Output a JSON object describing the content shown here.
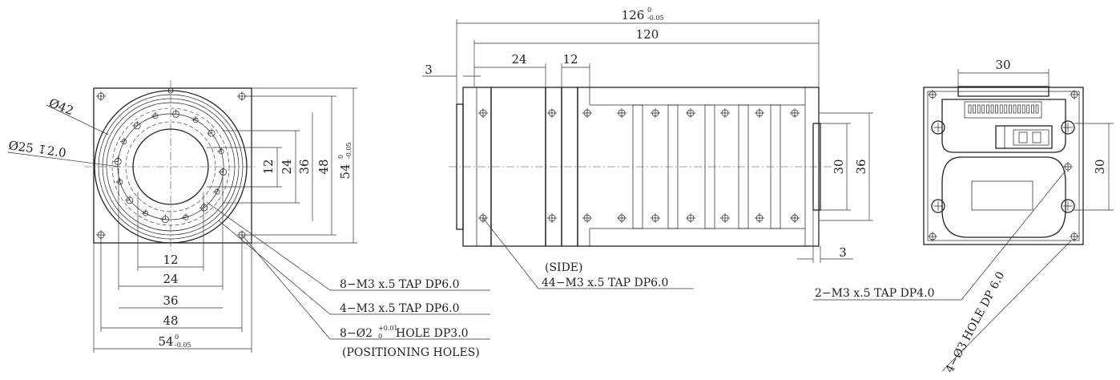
{
  "front_view": {
    "dims": {
      "d12": "12",
      "d24": "24",
      "d36": "36",
      "d48": "48",
      "d54": "54",
      "d54_tol_upper": "0",
      "d54_tol_lower": "-0.05",
      "v12": "12",
      "v24": "24",
      "v36": "36",
      "v48": "48",
      "v54": "54",
      "v54_tol_upper": "0",
      "v54_tol_lower": "-0.05"
    },
    "diam42": "Ø42",
    "diam25": "Ø25 ↧2.0",
    "notes": {
      "m3_8": "8−M3 x.5 TAP DP6.0",
      "m3_4": "4−M3 x.5 TAP DP6.0",
      "pos_prefix": "8−Ø2",
      "pos_tol_upper": "+0.01",
      "pos_tol_lower": "0",
      "pos_suffix": " HOLE DP3.0",
      "pos_sub": "(POSITIONING HOLES)"
    }
  },
  "side_view": {
    "dims": {
      "len126": "126",
      "len126_tol_upper": "0",
      "len126_tol_lower": "-0.05",
      "len120": "120",
      "d3": "3",
      "d24": "24",
      "d12": "12",
      "v30": "30",
      "v36": "36",
      "d3_bottom": "3"
    },
    "notes": {
      "side_label": "(SIDE)",
      "tap": "44−M3 x.5 TAP DP6.0"
    }
  },
  "rear_view": {
    "dims": {
      "w30": "30",
      "v30": "30"
    },
    "notes": {
      "tap": "2−M3 x.5 TAP DP4.0",
      "hole": "4−Ø3 HOLE DP 6.0"
    }
  }
}
